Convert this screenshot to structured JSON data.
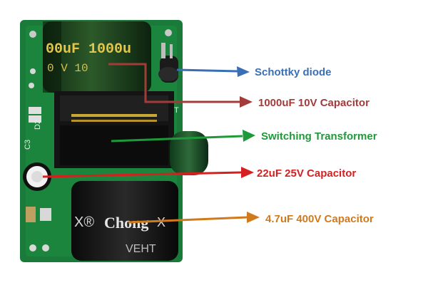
{
  "photo": {
    "cap_1000_print_top": "00uF 1000u",
    "cap_1000_print_bottom": "0  V   10",
    "cap_47_brand": "Chong",
    "cap_47_mark_left": "X®",
    "cap_47_mark_right": "X",
    "cap_47_series": "VEHT",
    "silk_c3": "C3",
    "silk_d2": "D2",
    "silk_t": "T"
  },
  "callouts": [
    {
      "label": "Schottky diode",
      "color": "#3a6fb5"
    },
    {
      "label": "1000uF 10V Capacitor",
      "color": "#a33b3b"
    },
    {
      "label": "Switching Transformer",
      "color": "#1f9a3a"
    },
    {
      "label": "22uF 25V Capacitor",
      "color": "#d62020"
    },
    {
      "label": "4.7uF 400V Capacitor",
      "color": "#d07a1e"
    }
  ]
}
